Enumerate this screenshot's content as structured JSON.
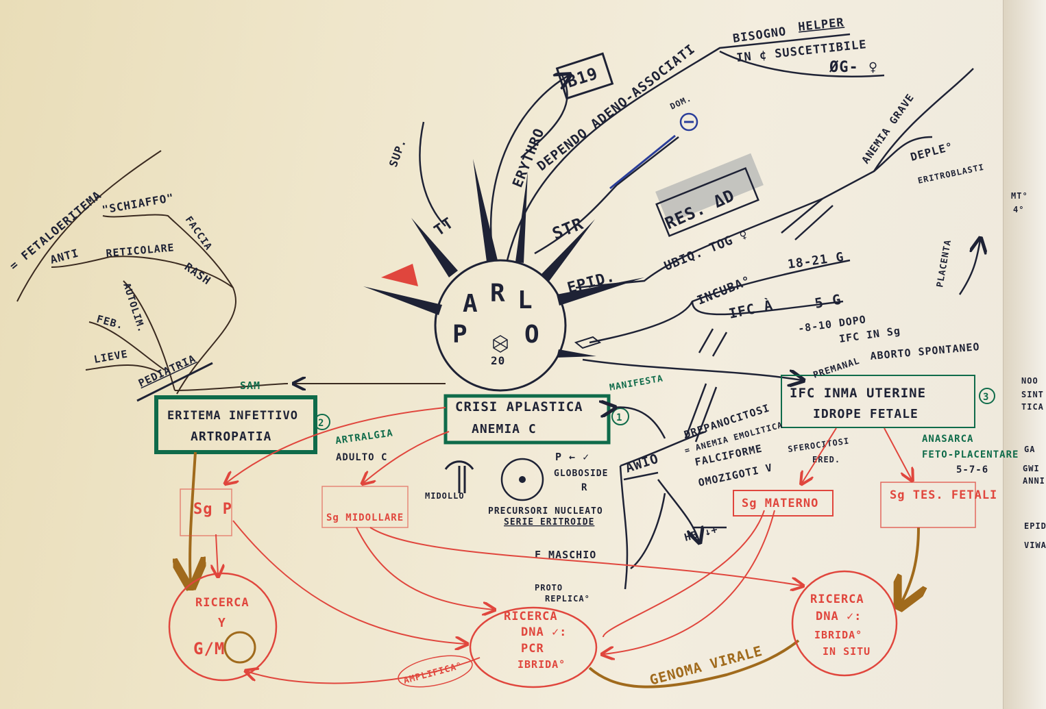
{
  "center": {
    "title_letters": [
      "P",
      "A",
      "R",
      "L",
      "O"
    ],
    "number": "20"
  },
  "branches": {
    "sup": "SUP.",
    "tt": "TT",
    "erythro": "ERYTHRO",
    "b19": "B19",
    "dependo": "DEPENDO ADENO-ASSOCIATI",
    "bisogno": "BISOGNO",
    "helper": "HELPER",
    "in_suscettibile": "IN ¢ SUSCETTIBILE",
    "ongf": "ØG- ♀",
    "str": "STR",
    "dom": "DOM.",
    "res": "RES. ΔD",
    "epid": "EPID.",
    "ubiq": "UBIQ. TOG ♀",
    "anemia_grave": "ANEMIA GRAVE",
    "deple": "DEPLE°",
    "eritroblasti": "ERITROBLASTI",
    "placenta": "PLACENTA",
    "incuba": "INCUBA°",
    "days_18_21": "18-21 G",
    "ifc_a": "IFC À",
    "five_g": "5 G",
    "dopo": "-8-10 DOPO",
    "ifc_in_sg": "IFC IN Sg"
  },
  "left_tree": {
    "fenomeno": "= FETALOERITEMA",
    "schiaffo": "\"SCHIAFFO\"",
    "faccia": "FACCIA",
    "anti": "ANTI",
    "reticolare": "RETICOLARE",
    "rash": "RASH",
    "autolim": "AUTOLIM.",
    "feb": "FEB.",
    "lieve": "LIEVE",
    "pediatria": "PEDIATRIA",
    "sam": "SAM"
  },
  "boxes": {
    "box1": {
      "line1": "CRISI APLASTICA",
      "line2": "ANEMIA C",
      "num": "1"
    },
    "box2": {
      "line1": "ERITEMA INFETTIVO",
      "line2": "ARTROPATIA",
      "num": "2"
    },
    "box3": {
      "line1": "IFC INMA UTERINE",
      "line2": "IDROPE FETALE",
      "num": "3"
    }
  },
  "labels": {
    "manifesta": "MANIFESTA",
    "artralgia": "ARTRALGIA",
    "adulto": "ADULTO C",
    "premanal": "PREMANAL",
    "aborto": "ABORTO SPONTANEO",
    "anasarca": "ANASARCA",
    "feto_placentare": "FETO-PLACENTARE",
    "num_576": "5-7-6",
    "midollo": "MIDOLLO",
    "globoside": "GLOBOSIDE",
    "p_arrow": "P ← ✓",
    "r_label": "R",
    "precursori": "PRECURSORI NUCLEATO",
    "serie_eritroide": "SERIE ERITROIDE",
    "f_maschio": "F MASCHIO",
    "proto": "PROTO",
    "replica": "REPLICA°",
    "awio": "AWIO",
    "drepanocitosi": "DREPANOCITOSI",
    "anemia_emolitica": "= ANEMIA EMOLITICA",
    "falciforme": "FALCIFORME",
    "omozigoti": "OMOZIGOTI V",
    "sferocitosi": "SFEROCITOSI",
    "ered": "ERED.",
    "hb": "HB ↓+"
  },
  "red_nodes": {
    "sg_p": "Sg P",
    "sg_midollare": "Sg MIDOLLARE",
    "sg_materno": "Sg MATERNO",
    "sg_tes_fetali": "Sg TES. FETALI"
  },
  "circles": {
    "ricerca_left": {
      "l1": "RICERCA",
      "l2": "Y",
      "l3": "G/M"
    },
    "ricerca_mid": {
      "l1": "RICERCA",
      "l2": "DNA ✓:",
      "l3": "PCR",
      "l4": "IBRIDA°"
    },
    "ricerca_right": {
      "l1": "RICERCA",
      "l2": "DNA ✓:",
      "l3": "IBRIDA°",
      "l4": "IN SITU"
    }
  },
  "bottom": {
    "amplifica": "AMPLIFICA°",
    "genoma": "GENOMA VIRALE"
  },
  "margin": {
    "m1": "MT°",
    "m2": "4°",
    "m3": "NOO",
    "m4": "SINT",
    "m5": "TICA",
    "m6": "GA",
    "m7": "GWI",
    "m8": "ANNI",
    "m9": "EPID",
    "m10": "VIWA"
  },
  "colors": {
    "ink": "#1e2235",
    "green": "#0f6b4a",
    "red": "#e0463d",
    "ochre": "#a06a1c",
    "blue": "#2a3e9a"
  }
}
